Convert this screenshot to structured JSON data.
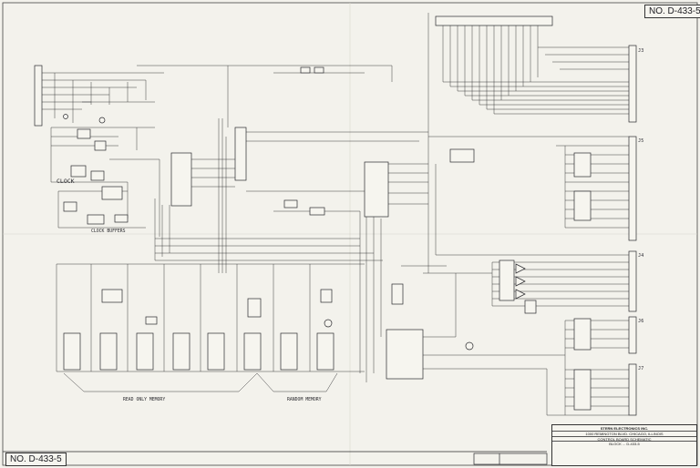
{
  "drawing_number_top": "NO. D-433-5",
  "drawing_number_bottom": "NO. D-433-5",
  "labels": {
    "clock": "CLOCK",
    "clock_buffers": "CLOCK BUFFERS",
    "read_only_memory": "READ ONLY MEMORY",
    "random_memory": "RANDOM MEMORY"
  },
  "title_block": {
    "company": "STERN ELECTRONICS INC.",
    "address": "1000 REMINGTON BLVD. CHICAGO, ILLINOIS",
    "title_line1": "CONTROL BOARD SCHEMATIC",
    "title_line2": "BLOCK ... D-433-5"
  },
  "connector_labels": [
    "J3",
    "J5",
    "J4",
    "J6",
    "J7"
  ]
}
